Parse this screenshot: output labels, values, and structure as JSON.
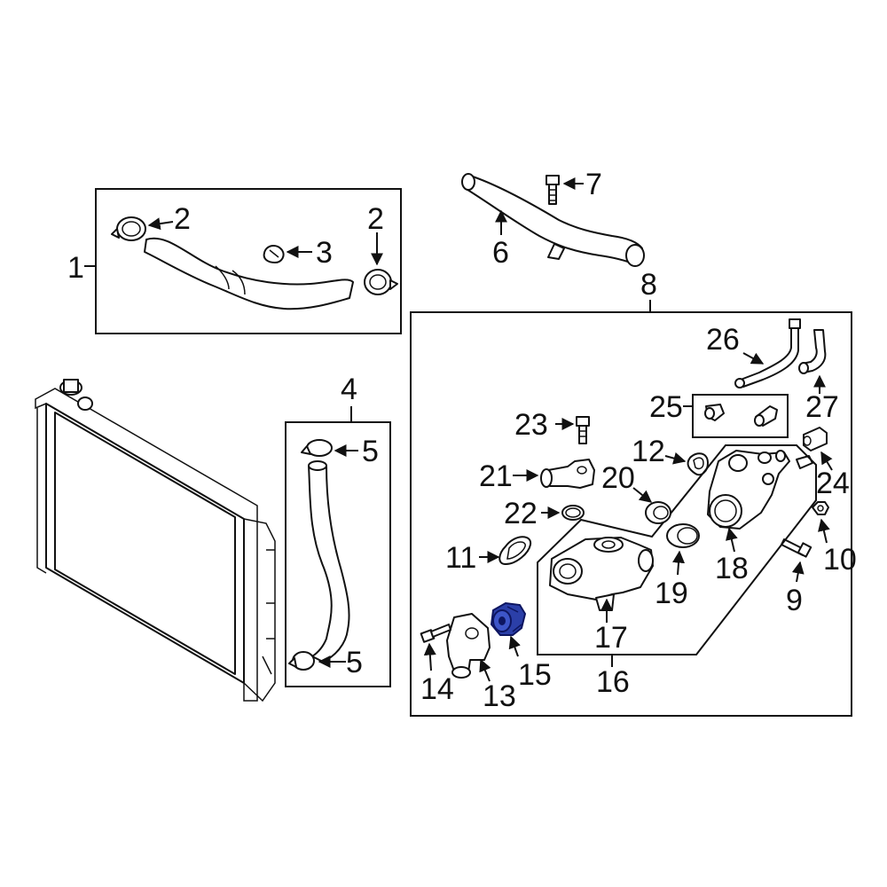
{
  "callouts": {
    "c1": "1",
    "c2a": "2",
    "c2b": "2",
    "c3": "3",
    "c4": "4",
    "c5a": "5",
    "c5b": "5",
    "c6": "6",
    "c7": "7",
    "c8": "8",
    "c9": "9",
    "c10": "10",
    "c11": "11",
    "c12": "12",
    "c13": "13",
    "c14": "14",
    "c15": "15",
    "c16": "16",
    "c17": "17",
    "c18": "18",
    "c19": "19",
    "c20": "20",
    "c21": "21",
    "c22": "22",
    "c23": "23",
    "c24": "24",
    "c25": "25",
    "c26": "26",
    "c27": "27"
  },
  "highlight": {
    "part": "15",
    "color": "#2b3fa8"
  }
}
